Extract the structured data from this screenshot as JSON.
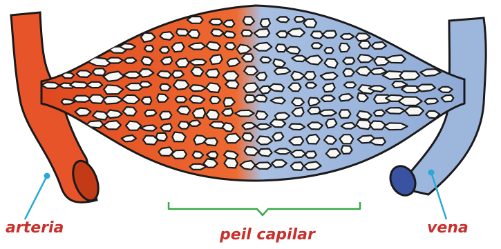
{
  "labels": {
    "artery": "arteria",
    "capillary_bed": "peil capilar",
    "vein": "vena"
  },
  "colors": {
    "artery": "#e8542a",
    "artery_dark": "#c23a16",
    "vein": "#9db6dc",
    "vein_dark": "#6f8fc6",
    "vein_lumen": "#3a52a2",
    "outline": "#1a1a1a",
    "pointer": "#2aa8d8",
    "brace": "#3aa84a",
    "text": "#c9302c"
  }
}
